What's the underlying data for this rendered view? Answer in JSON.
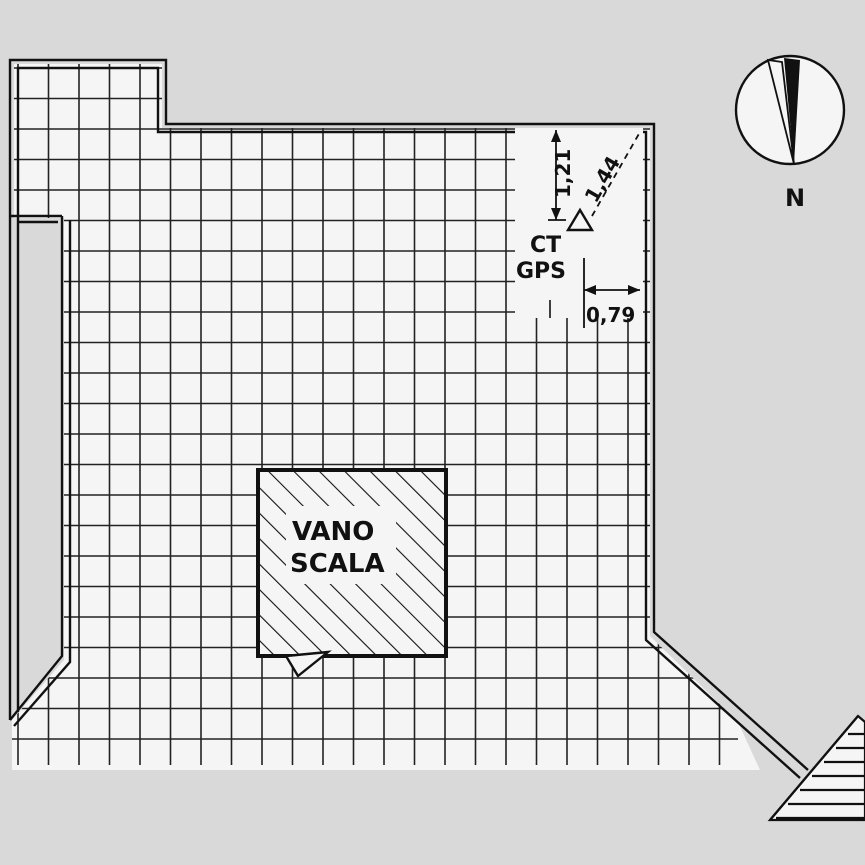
{
  "labels": {
    "room_line1": "VANO",
    "room_line2": "SCALA",
    "station_line1": "CT",
    "station_line2": "GPS",
    "north": "N"
  },
  "dimensions": {
    "vertical_offset": "1,21",
    "diagonal_offset": "1,44",
    "horizontal_offset": "0,79"
  },
  "colors": {
    "background": "#d9d9d9",
    "paper": "#f5f5f5",
    "ink": "#111111"
  }
}
